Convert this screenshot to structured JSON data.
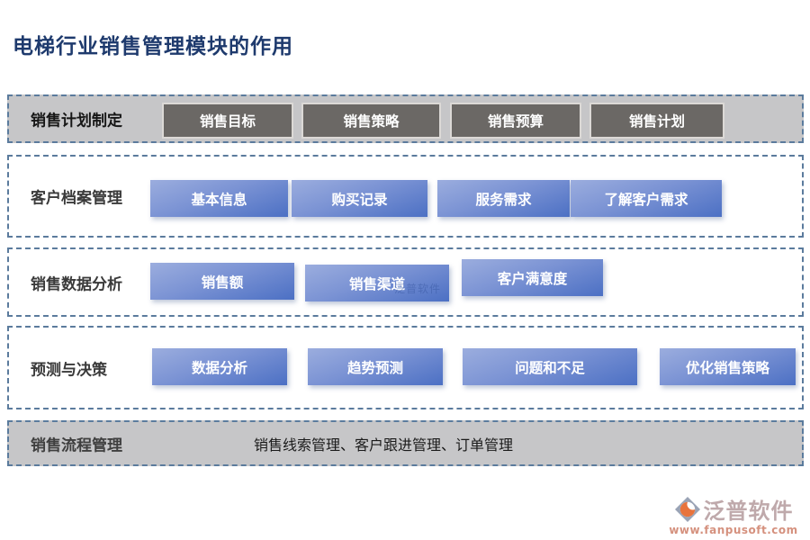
{
  "title": "电梯行业销售管理模块的作用",
  "rows": [
    {
      "label": "销售计划制定",
      "boxes": [
        "销售目标",
        "销售策略",
        "销售预算",
        "销售计划"
      ]
    },
    {
      "label": "客户档案管理",
      "boxes": [
        "基本信息",
        "购买记录",
        "服务需求",
        "了解客户需求"
      ]
    },
    {
      "label": "销售数据分析",
      "boxes": [
        "销售额",
        "销售渠道",
        "客户满意度"
      ]
    },
    {
      "label": "预测与决策",
      "boxes": [
        "数据分析",
        "趋势预测",
        "问题和不足",
        "优化销售策略"
      ]
    },
    {
      "label": "销售流程管理",
      "content": "销售线索管理、客户跟进管理、订单管理"
    }
  ],
  "watermark": {
    "text": "泛普软件"
  },
  "logo": {
    "brand": "泛普软件",
    "url": "www.fanpusoft.com"
  },
  "colors": {
    "title": "#1E3A6D",
    "dashed_border": "#5B7B9D",
    "gray_row_bg": "#C6C6C8",
    "dark_box_bg": "#6B6865",
    "blue_box_top": "#9BADDE",
    "blue_box_bottom": "#4C70C4",
    "logo_brand": "#BFA9AB",
    "logo_url": "#D5917E"
  }
}
